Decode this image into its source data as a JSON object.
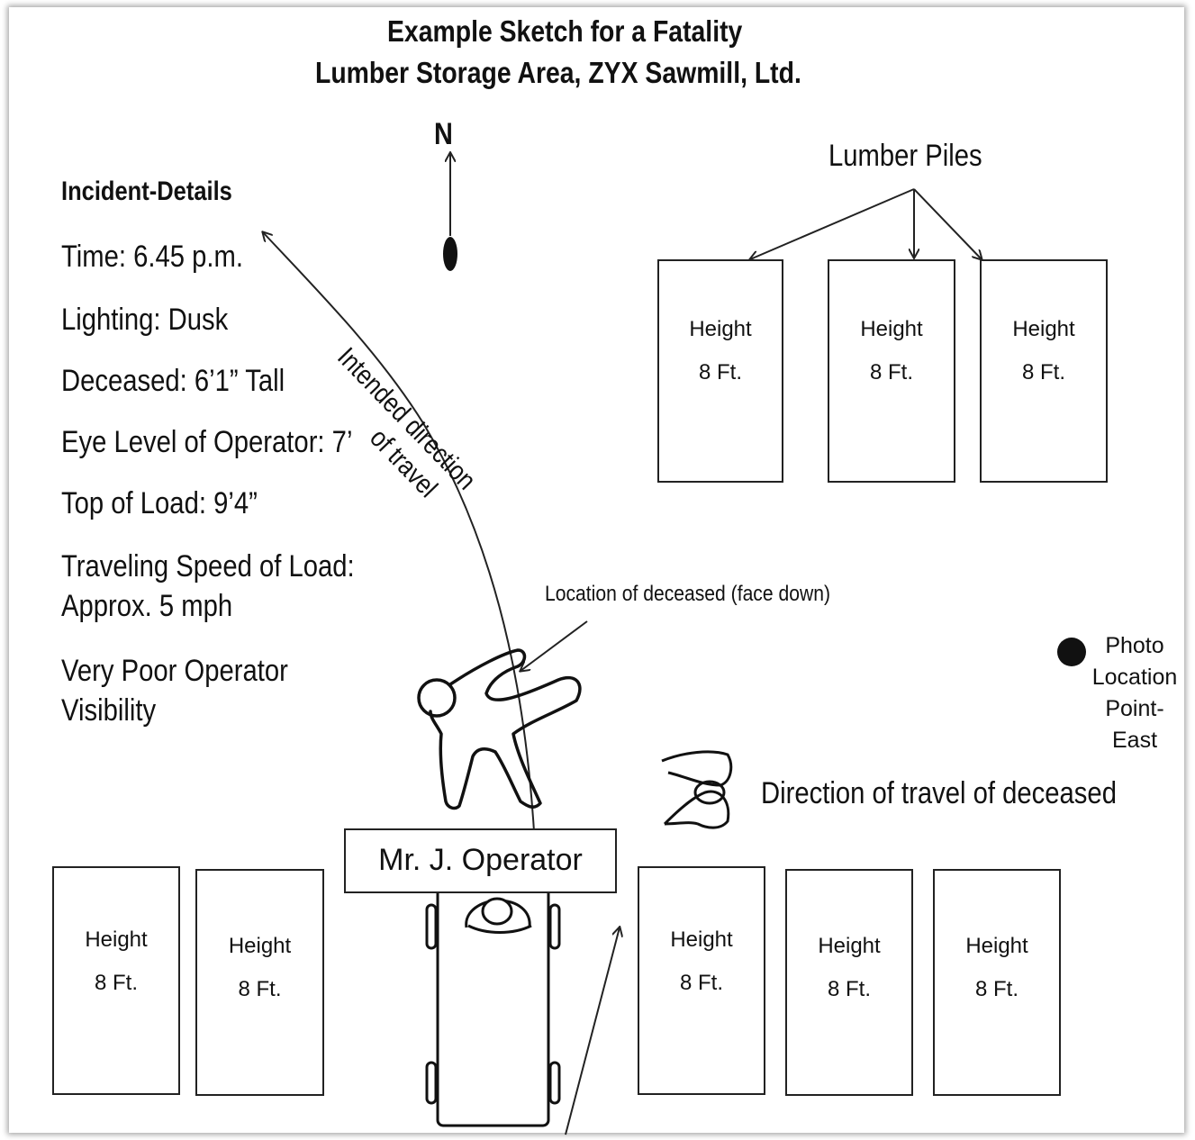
{
  "title": {
    "line1": "Example Sketch for a Fatality",
    "line2": "Lumber Storage Area, ZYX Sawmill, Ltd."
  },
  "compass": {
    "label": "N"
  },
  "incident": {
    "heading": "Incident-Details",
    "time": "Time: 6.45 p.m.",
    "lighting": "Lighting: Dusk",
    "deceased": "Deceased: 6’1” Tall",
    "eye_level": "Eye Level of Operator: 7’",
    "top_of_load": "Top of Load: 9’4”",
    "speed_line1": "Traveling Speed of Load:",
    "speed_line2": "Approx. 5 mph",
    "visibility_line1": "Very Poor Operator",
    "visibility_line2": "Visibility"
  },
  "lumber_piles_label": "Lumber Piles",
  "intended_direction": {
    "line1": "Intended direction",
    "line2": "of travel"
  },
  "deceased_location": "Location of deceased (face down)",
  "photo_location": {
    "line1": "Photo",
    "line2": "Location",
    "line3": "Point-",
    "line4": "East"
  },
  "direction_of_deceased": "Direction of travel of deceased",
  "operator_label": "Mr. J. Operator",
  "pile_height": "Height",
  "pile_value": "8 Ft.",
  "top_piles": [
    {
      "height": "Height",
      "value": "8 Ft."
    },
    {
      "height": "Height",
      "value": "8 Ft."
    },
    {
      "height": "Height",
      "value": "8 Ft."
    }
  ],
  "bottom_left_piles": [
    {
      "height": "Height",
      "value": "8 Ft."
    },
    {
      "height": "Height",
      "value": "8 Ft."
    }
  ],
  "bottom_right_piles": [
    {
      "height": "Height",
      "value": "8 Ft."
    },
    {
      "height": "Height",
      "value": "8 Ft."
    },
    {
      "height": "Height",
      "value": "8 Ft."
    }
  ]
}
